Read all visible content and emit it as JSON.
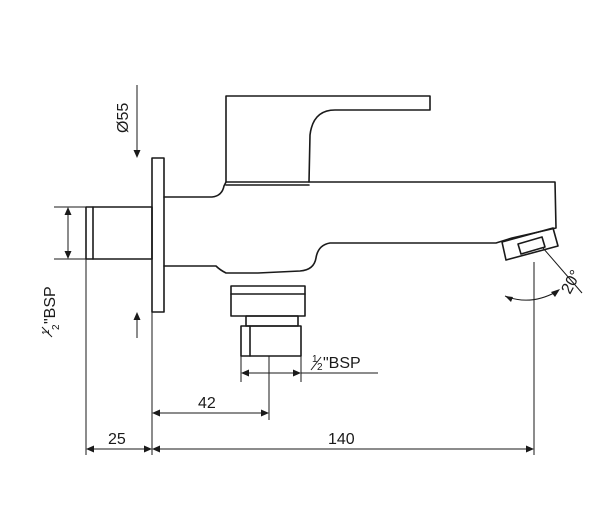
{
  "dimensions": {
    "flange_diameter": {
      "label": "Ø55"
    },
    "inlet_thread": {
      "frac_num": "1",
      "frac_den": "2",
      "label": "\"BSP"
    },
    "outlet_thread": {
      "frac_num": "1",
      "frac_den": "2",
      "label": "\"BSP"
    },
    "outlet_offset": {
      "value": "42"
    },
    "inlet_length": {
      "value": "25"
    },
    "spout_reach": {
      "value": "140"
    },
    "spout_angle": {
      "value": "20°"
    }
  }
}
